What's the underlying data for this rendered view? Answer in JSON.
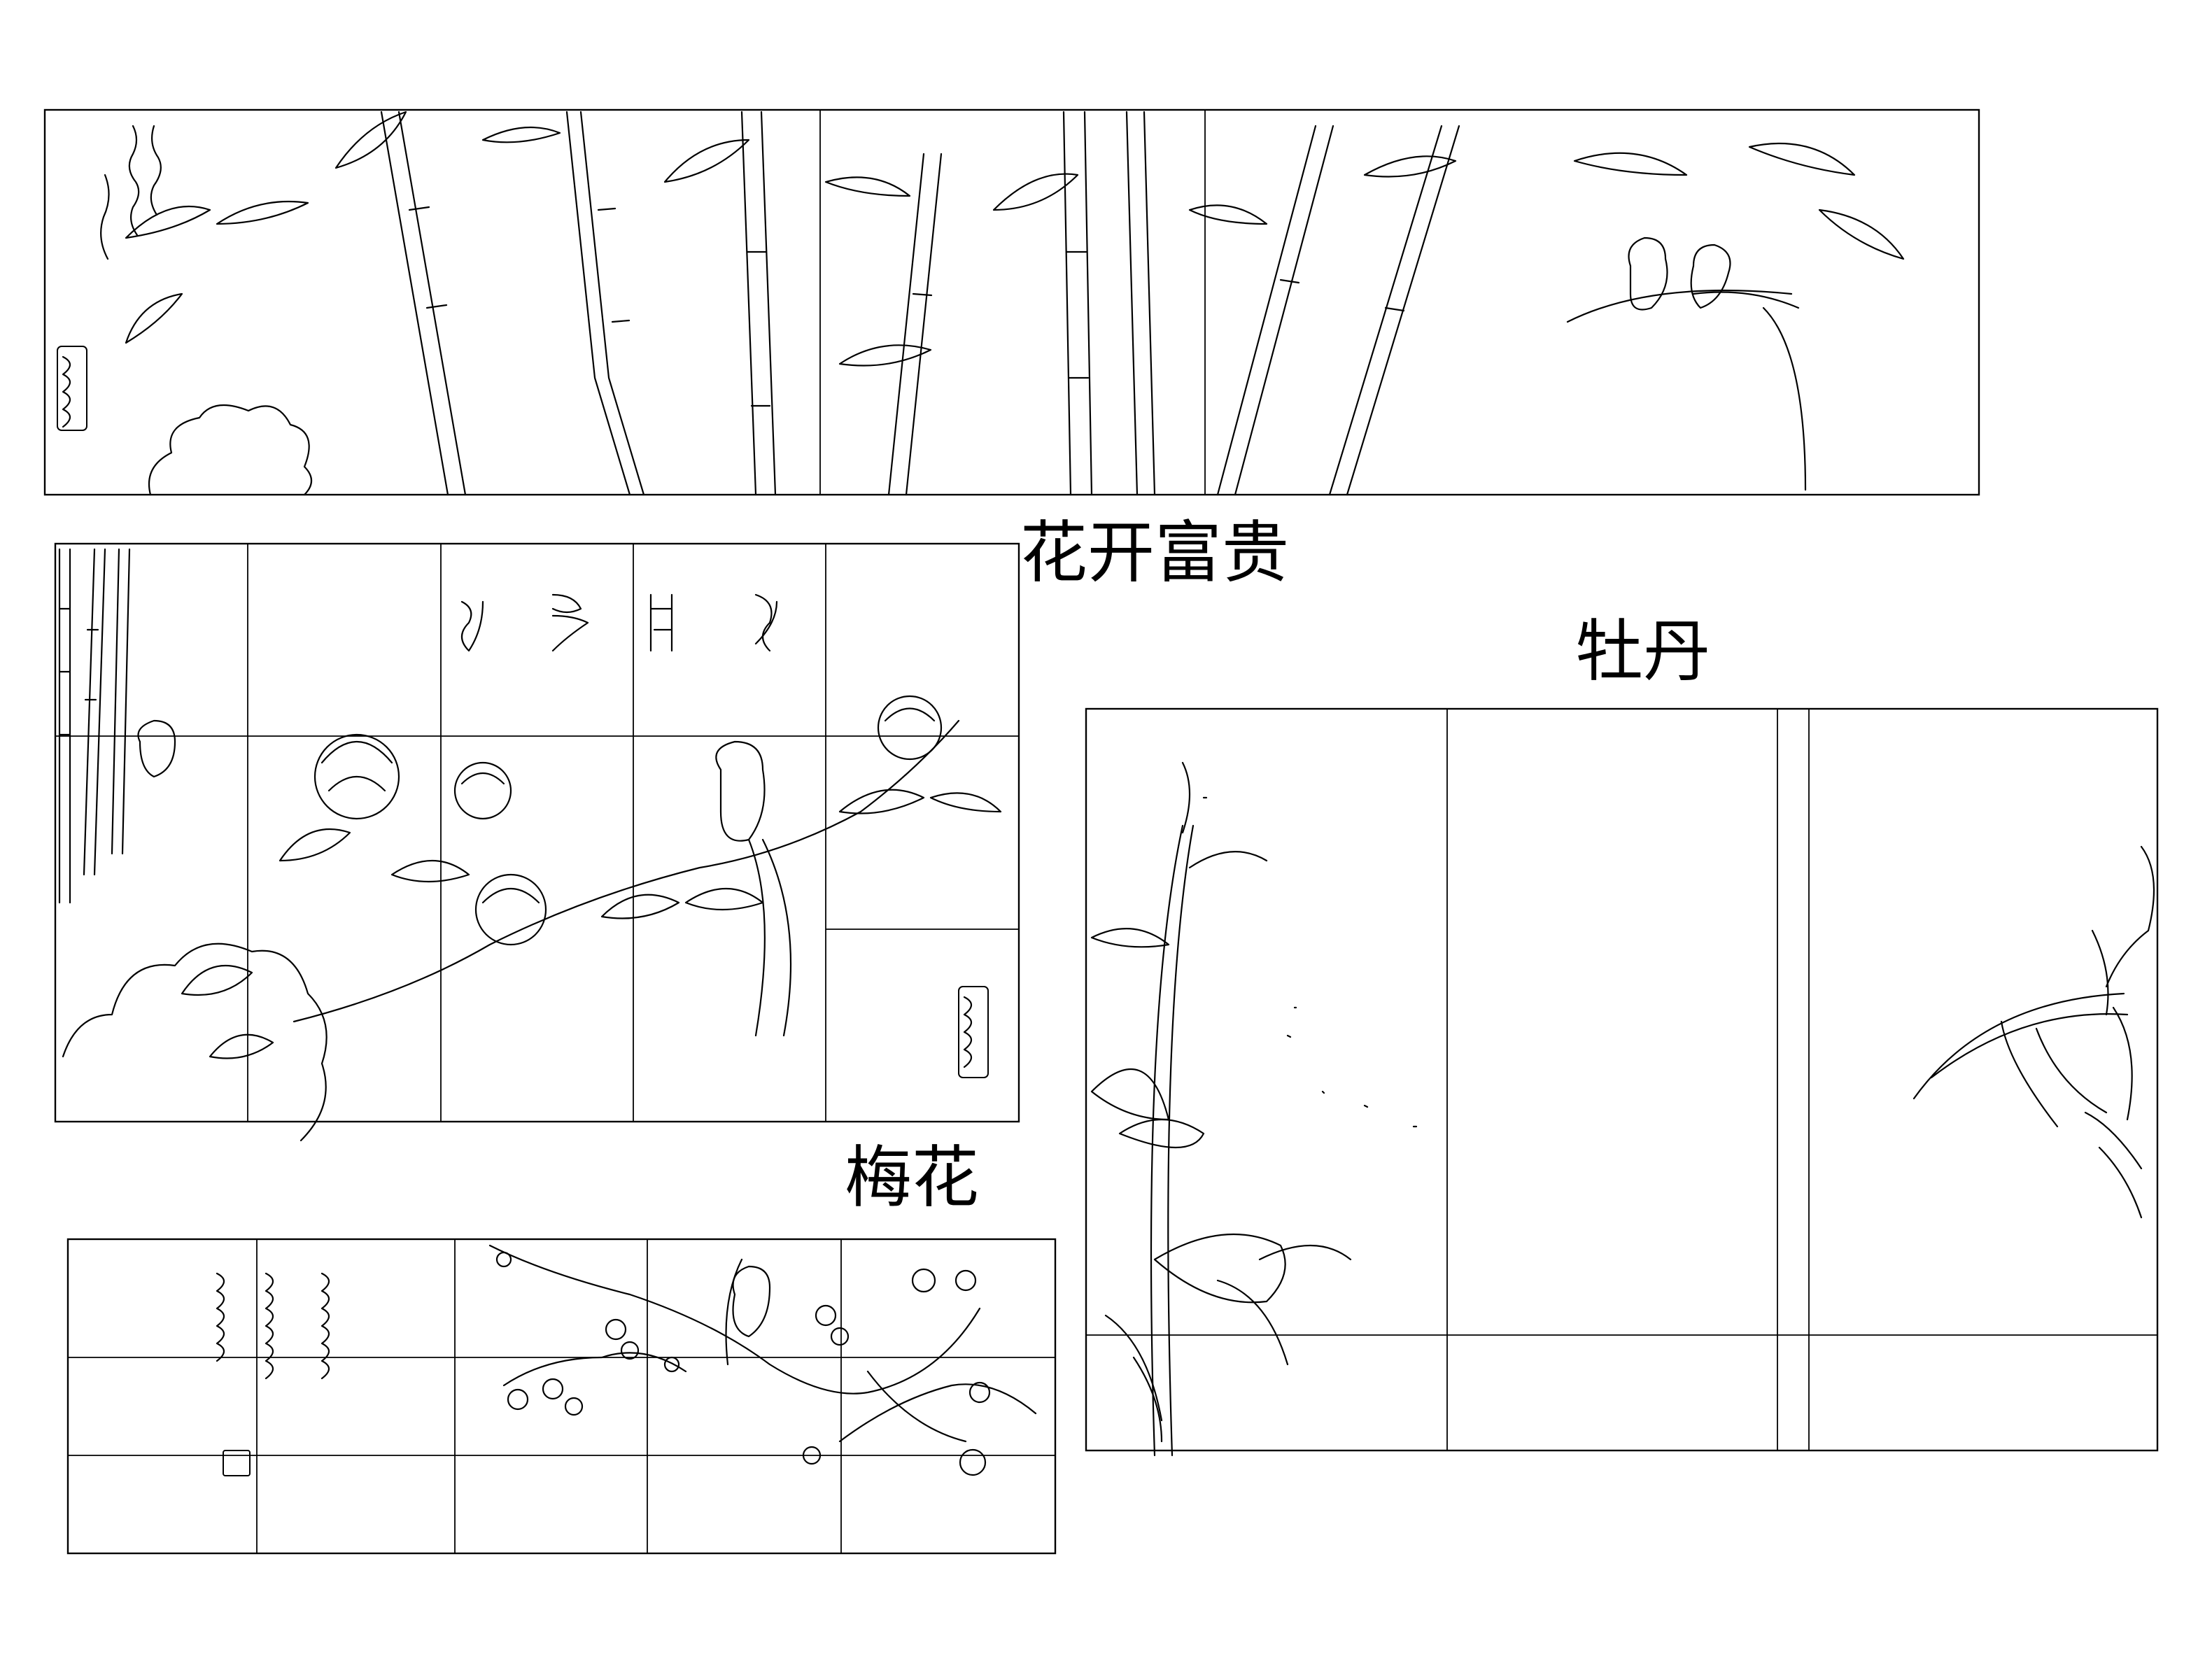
{
  "labels": {
    "peony_title": "花开富贵",
    "peony_sub": "牡丹",
    "plum": "梅花"
  },
  "colors": {
    "line": "#000000",
    "background": "#ffffff"
  }
}
